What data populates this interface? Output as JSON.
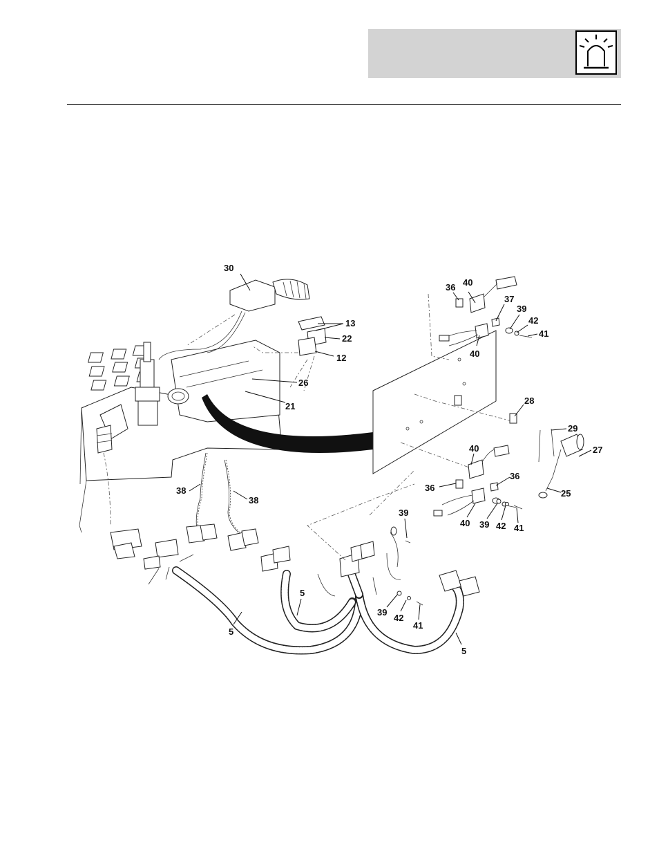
{
  "header": {
    "icon": "warning-beacon-icon",
    "background": "#d3d3d3"
  },
  "callouts": [
    {
      "label": "30"
    },
    {
      "label": "13"
    },
    {
      "label": "22"
    },
    {
      "label": "12"
    },
    {
      "label": "26"
    },
    {
      "label": "21"
    },
    {
      "label": "36"
    },
    {
      "label": "40"
    },
    {
      "label": "37"
    },
    {
      "label": "39"
    },
    {
      "label": "42"
    },
    {
      "label": "41"
    },
    {
      "label": "40"
    },
    {
      "label": "28"
    },
    {
      "label": "29"
    },
    {
      "label": "27"
    },
    {
      "label": "40"
    },
    {
      "label": "36"
    },
    {
      "label": "36"
    },
    {
      "label": "25"
    },
    {
      "label": "40"
    },
    {
      "label": "39"
    },
    {
      "label": "42"
    },
    {
      "label": "41"
    },
    {
      "label": "38"
    },
    {
      "label": "38"
    },
    {
      "label": "39"
    },
    {
      "label": "5"
    },
    {
      "label": "5"
    },
    {
      "label": "39"
    },
    {
      "label": "42"
    },
    {
      "label": "41"
    },
    {
      "label": "5"
    }
  ]
}
